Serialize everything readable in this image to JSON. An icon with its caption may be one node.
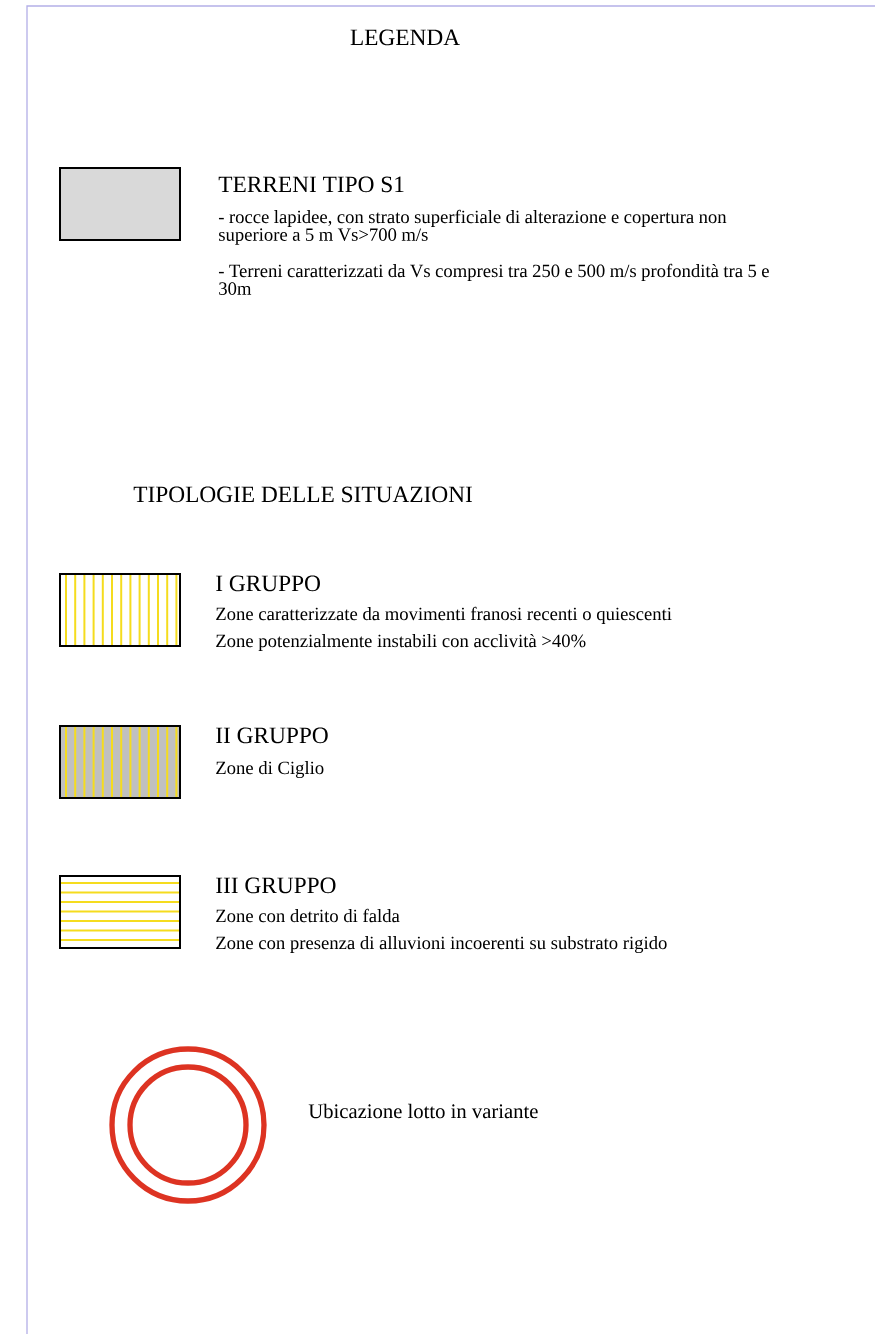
{
  "diagram": {
    "title": "LEGENDA",
    "labels": [
      "- rocce lapidee, con strato superficiale di alterazione e copertura non superiore a 5 m Vs>700 m/s",
      "- Terreni caratterizzati da Vs compresi tra 250 e 500 m/s profondità tra 5 e 30m",
      "TIPOLOGIE DELLE SITUAZIONI",
      "Zone caratterizzate da movimenti franosi recenti o quiescenti",
      "Zone potenzialmente instabili con acclività >40%",
      "Zone di Ciglio",
      "Zone con detrito di falda",
      "Zone con presenza di alluvioni incoerenti su substrato rigido"
    ],
    "legend": [
      {
        "text": "TERRENI TIPO S1"
      },
      {
        "text": "I GRUPPO"
      },
      {
        "text": "II GRUPPO"
      },
      {
        "text": "III GRUPPO"
      },
      {
        "text": "Ubicazione lotto in variante"
      }
    ]
  }
}
